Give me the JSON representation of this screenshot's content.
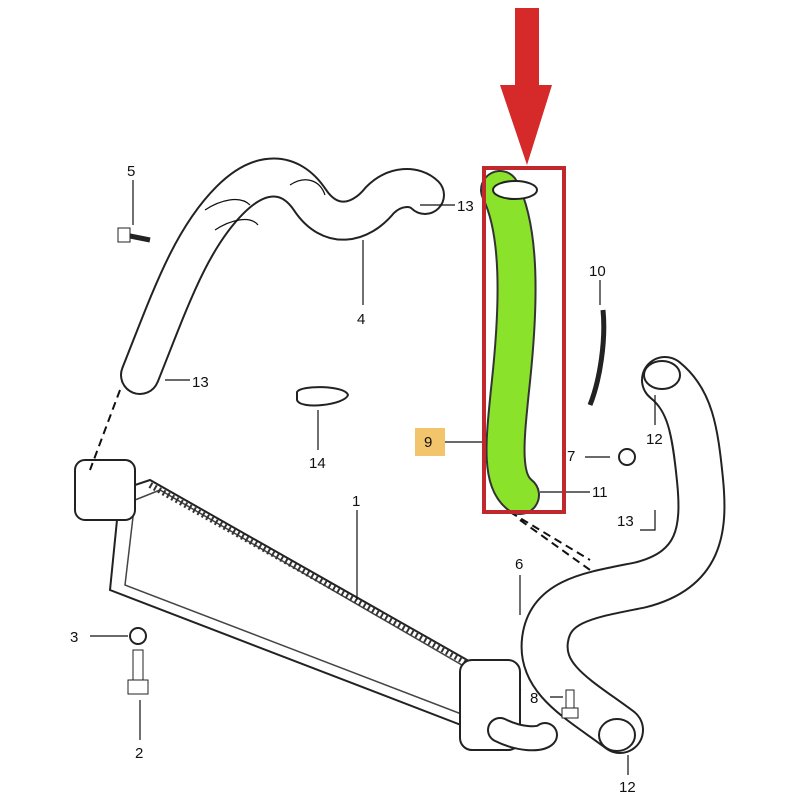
{
  "diagram": {
    "highlighted_part": "9",
    "colors": {
      "arrow": "#d62a2a",
      "highlight_box": "#c0282d",
      "highlight_part": "#8be22a",
      "label_9_bg": "#f2c46b"
    },
    "labels": {
      "p5": "5",
      "p13_top": "13",
      "p4": "4",
      "p10": "10",
      "p13_left": "13",
      "p12_right": "12",
      "p9": "9",
      "p7": "7",
      "p14": "14",
      "p11": "11",
      "p1": "1",
      "p13_right": "13",
      "p6": "6",
      "p3": "3",
      "p8": "8",
      "p2": "2",
      "p12_bottom": "12"
    }
  }
}
